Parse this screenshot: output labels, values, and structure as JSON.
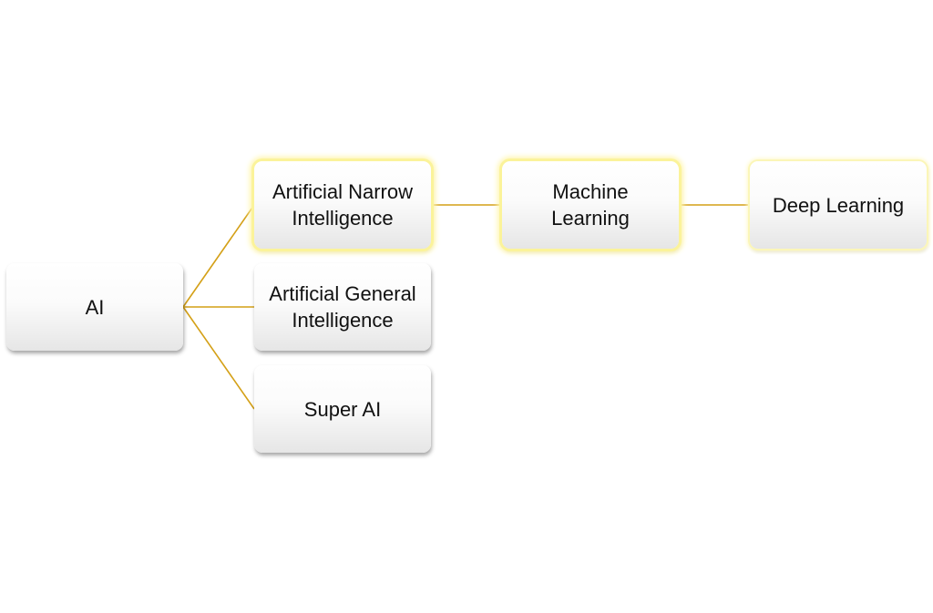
{
  "diagram": {
    "type": "hierarchy",
    "connector_color": "#d4a017",
    "highlight_color": "#fbf39a",
    "nodes": [
      {
        "id": "ai",
        "label": "AI",
        "highlight": "none"
      },
      {
        "id": "ani",
        "label": "Artificial Narrow Intelligence",
        "highlight": "strong"
      },
      {
        "id": "agi",
        "label": "Artificial General Intelligence",
        "highlight": "none"
      },
      {
        "id": "super",
        "label": "Super AI",
        "highlight": "none"
      },
      {
        "id": "ml",
        "label": "Machine Learning",
        "highlight": "strong"
      },
      {
        "id": "dl",
        "label": "Deep Learning",
        "highlight": "soft"
      }
    ],
    "edges": [
      {
        "from": "ai",
        "to": "ani"
      },
      {
        "from": "ai",
        "to": "agi"
      },
      {
        "from": "ai",
        "to": "super"
      },
      {
        "from": "ani",
        "to": "ml"
      },
      {
        "from": "ml",
        "to": "dl"
      }
    ]
  }
}
